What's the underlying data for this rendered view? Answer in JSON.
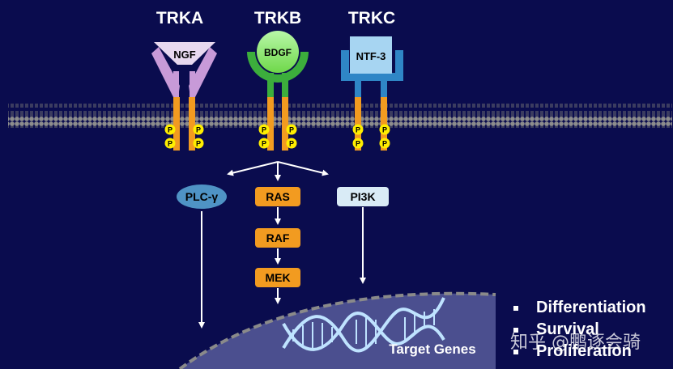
{
  "receptors": [
    {
      "name": "TRKA",
      "ligand": "NGF"
    },
    {
      "name": "TRKB",
      "ligand": "BDGF"
    },
    {
      "name": "TRKC",
      "ligand": "NTF-3"
    }
  ],
  "phospho_label": "P",
  "pathway": {
    "plc": "PLC-γ",
    "ras": "RAS",
    "raf": "RAF",
    "mek": "MEK",
    "pi3k": "PI3K"
  },
  "nucleus_label": "Target Genes",
  "outcomes": [
    "Differentiation",
    "Survival",
    "Proliferation"
  ],
  "watermark": "知乎 @鹏逐会骑",
  "colors": {
    "background": "#0a0c4e",
    "trka": "#c89ad8",
    "trkb": "#3cae3c",
    "trkc": "#2f86c6",
    "transmembrane": "#f29b20",
    "kinase_box": "#f29b20",
    "plc_ellipse": "#4f93c5",
    "pi3k_box": "#d9ebf6",
    "phospho": "#ffee00",
    "nucleus": "#4b4f8f"
  }
}
